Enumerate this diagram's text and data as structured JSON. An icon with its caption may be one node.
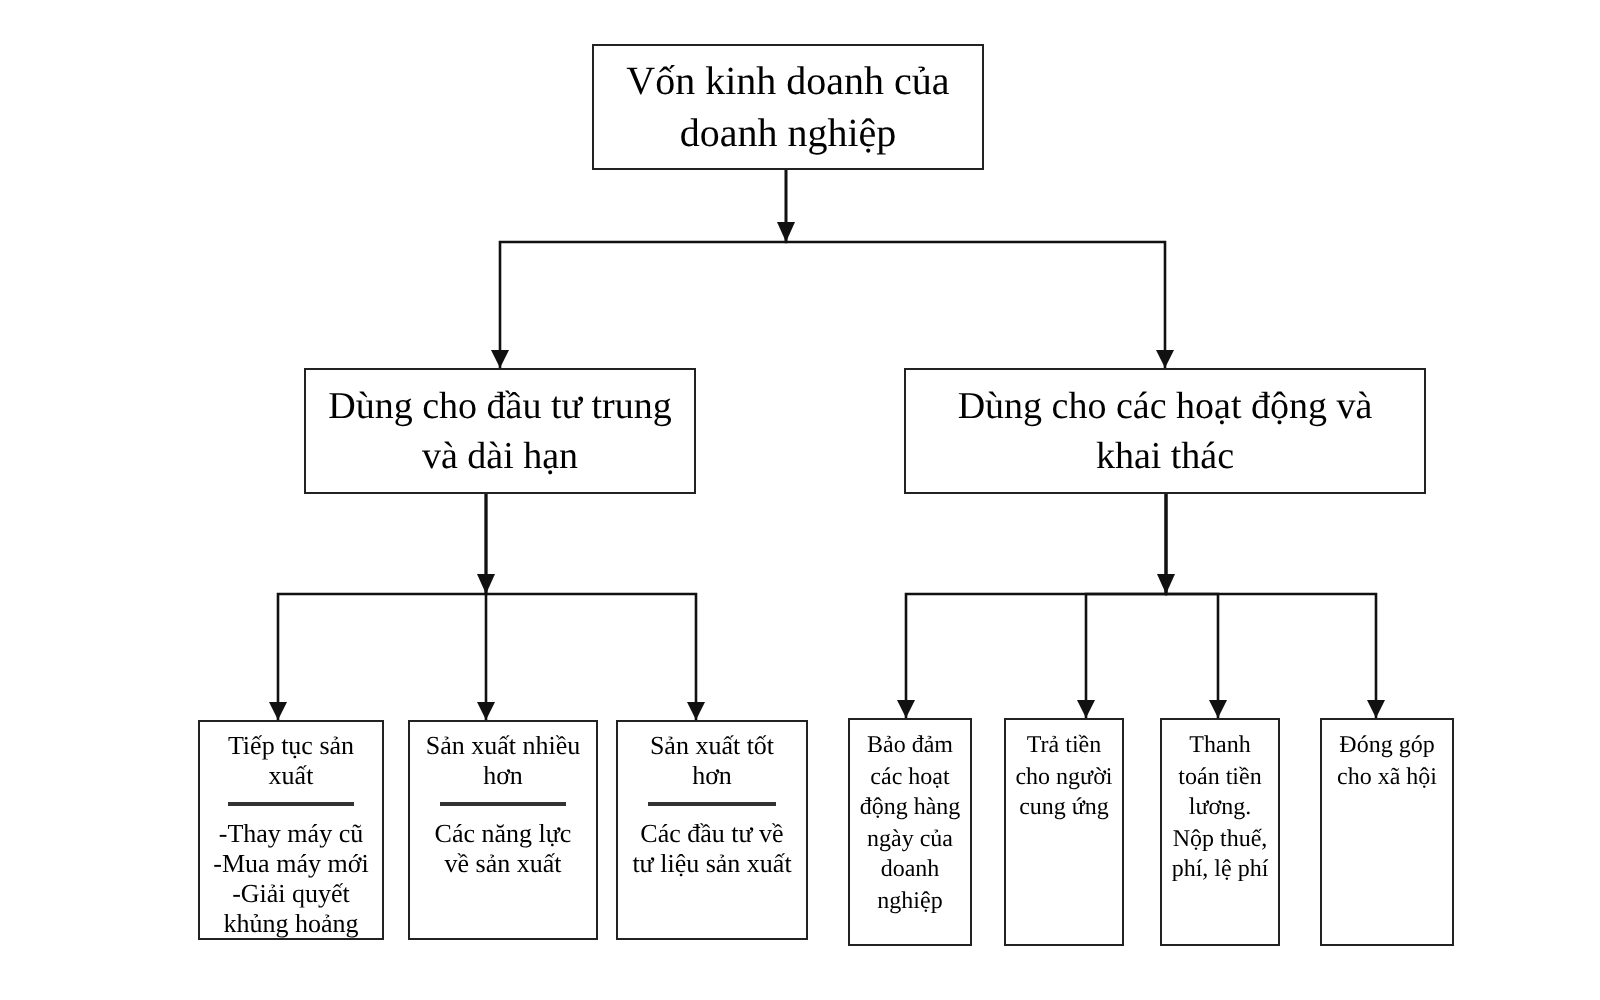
{
  "diagram": {
    "nodes": [
      {
        "text": [
          "Vốn kinh doanh của doanh nghiệp"
        ]
      },
      {
        "text": [
          "Dùng cho đầu tư trung và dài hạn"
        ]
      },
      {
        "text": [
          "Dùng cho các hoạt động và khai thác"
        ]
      },
      {
        "text": [
          "Tiếp tục sản xuất",
          "-Thay máy cũ",
          "-Mua máy mới",
          "-Giải quyết khủng hoảng"
        ]
      },
      {
        "text": [
          "Sản xuất nhiều hơn",
          "Các năng lực về sản xuất"
        ]
      },
      {
        "text": [
          "Sản xuất tốt hơn",
          "Các đầu tư về tư liệu sản xuất"
        ]
      },
      {
        "text": [
          "Bảo đảm các hoạt động hàng ngày của doanh nghiệp"
        ]
      },
      {
        "text": [
          "Trả tiền cho người cung ứng"
        ]
      },
      {
        "text": [
          "Thanh toán tiền lương. Nộp thuế, phí, lệ phí"
        ]
      },
      {
        "text": [
          "Đóng góp cho xã hội"
        ]
      }
    ],
    "edges": [
      {
        "from": 0,
        "to": 1,
        "arrow": "to"
      },
      {
        "from": 0,
        "to": 2,
        "arrow": "to"
      },
      {
        "from": 1,
        "to": 3,
        "arrow": "to"
      },
      {
        "from": 1,
        "to": 4,
        "arrow": "to"
      },
      {
        "from": 1,
        "to": 5,
        "arrow": "to"
      },
      {
        "from": 2,
        "to": 6,
        "arrow": "to"
      },
      {
        "from": 2,
        "to": 7,
        "arrow": "to"
      },
      {
        "from": 2,
        "to": 8,
        "arrow": "to"
      },
      {
        "from": 2,
        "to": 9,
        "arrow": "to"
      }
    ]
  }
}
